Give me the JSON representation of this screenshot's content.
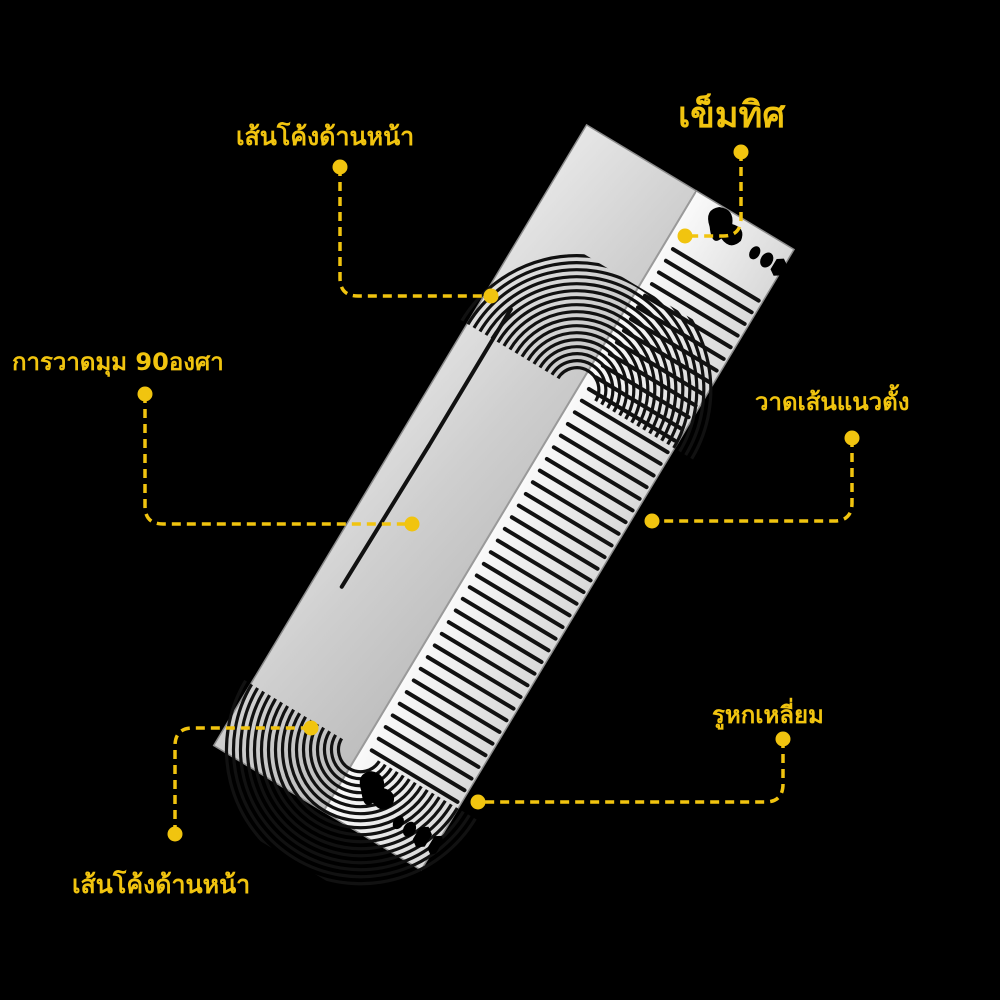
{
  "labels": {
    "top_curve": "เส้นโค้งด้านหน้า",
    "compass": "เข็มทิศ",
    "angle_90": "การวาดมุม 90องศา",
    "vertical_lines": "วาดเส้นแนวตั้ง",
    "square_hole": "รูหกเหลี่ยม",
    "bottom_curve": "เส้นโค้งด้านหน้า"
  },
  "colors": {
    "background": "#000000",
    "accent": "#f1c40f",
    "steel_light": "#f2f2f2",
    "steel_dark": "#a9a9a9",
    "cutout": "#000000"
  }
}
